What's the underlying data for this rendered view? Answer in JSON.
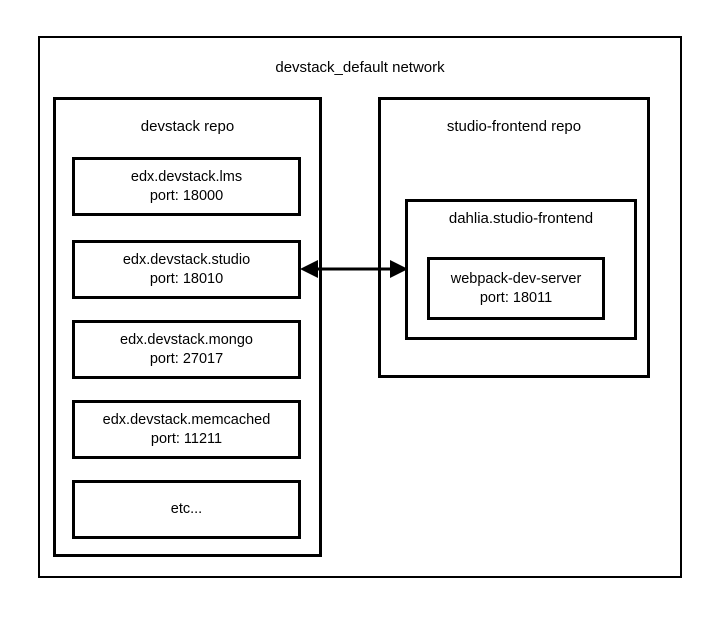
{
  "diagram": {
    "network": {
      "label": "devstack_default network"
    },
    "repos": [
      {
        "name": "devstack-repo",
        "label": "devstack repo",
        "services": [
          {
            "name": "edx-devstack-lms",
            "title": "edx.devstack.lms",
            "port": "port: 18000"
          },
          {
            "name": "edx-devstack-studio",
            "title": "edx.devstack.studio",
            "port": "port: 18010"
          },
          {
            "name": "edx-devstack-mongo",
            "title": "edx.devstack.mongo",
            "port": "port: 27017"
          },
          {
            "name": "edx-devstack-memcached",
            "title": "edx.devstack.memcached",
            "port": "port: 11211"
          },
          {
            "name": "etc",
            "title": "etc...",
            "port": ""
          }
        ]
      },
      {
        "name": "studio-frontend-repo",
        "label": "studio-frontend repo",
        "container": {
          "label": "dahlia.studio-frontend",
          "service": {
            "title": "webpack-dev-server",
            "port": "port: 18011"
          }
        }
      }
    ],
    "connection": {
      "name": "bidirectional-arrow",
      "from": "edx.devstack.studio",
      "to": "dahlia.studio-frontend",
      "style": "double-headed"
    },
    "colors": {
      "stroke": "#000000",
      "background": "#ffffff",
      "text": "#000000"
    }
  }
}
